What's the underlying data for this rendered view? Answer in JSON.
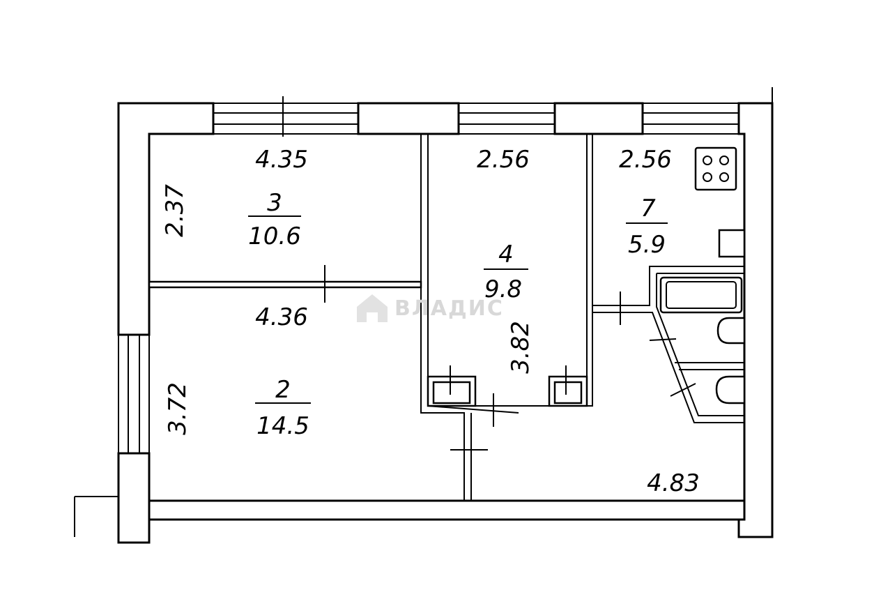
{
  "watermark": {
    "brand": "ВЛАДИС",
    "icon": "house-logo-icon"
  },
  "rooms": [
    {
      "id": "room-3",
      "number": "3",
      "area": "10.6",
      "width": "4.35",
      "depth": "2.37"
    },
    {
      "id": "room-2",
      "number": "2",
      "area": "14.5",
      "width": "4.36",
      "depth": "3.72"
    },
    {
      "id": "room-4",
      "number": "4",
      "area": "9.8",
      "width": "2.56",
      "depth": "3.82"
    },
    {
      "id": "room-7",
      "number": "7",
      "area": "5.9",
      "width": "2.56"
    }
  ],
  "hall": {
    "length": "4.83"
  },
  "icons": [
    "stove-icon",
    "bathtub-icon",
    "sink-icon",
    "toilet-icon"
  ]
}
